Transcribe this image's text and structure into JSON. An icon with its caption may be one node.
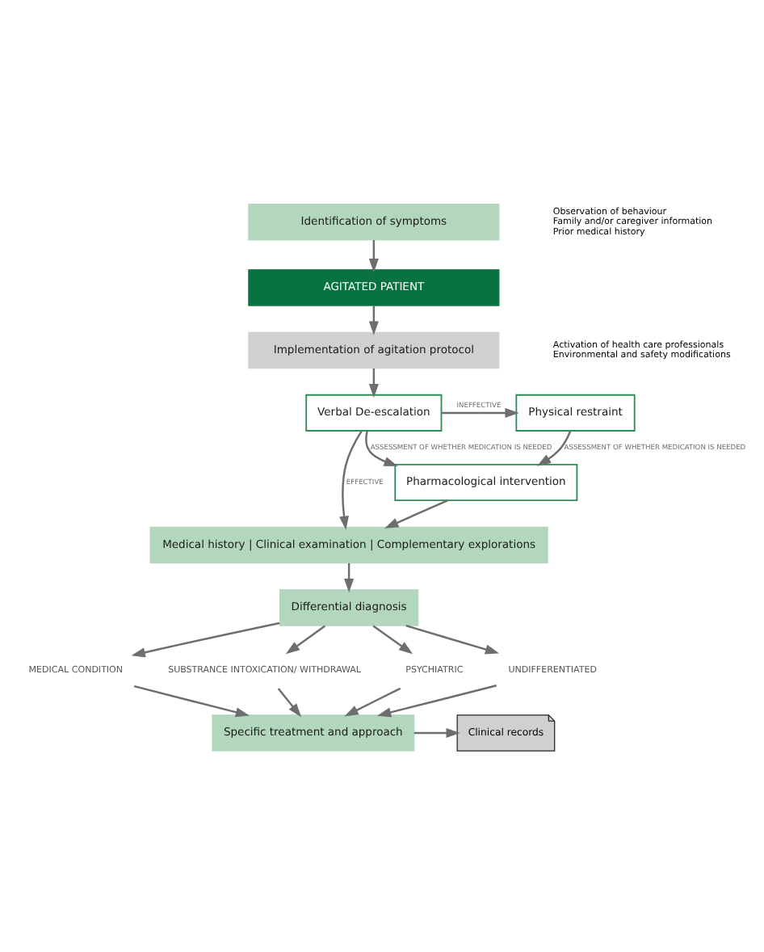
{
  "diagram": {
    "nodes": [
      {
        "text": [
          "Identification of symptoms"
        ],
        "beside": [
          "Observation of behaviour",
          "Family and/or caregiver information",
          "Prior medical history"
        ]
      },
      {
        "text": [
          "AGITATED PATIENT"
        ]
      },
      {
        "text": [
          "Implementation of agitation protocol"
        ],
        "beside": [
          "Activation of health care professionals",
          "Environmental and safety modifications"
        ]
      },
      {
        "text": [
          "Verbal De-escalation"
        ]
      },
      {
        "text": [
          "Physical restraint"
        ]
      },
      {
        "text": [
          "Pharmacological intervention"
        ]
      },
      {
        "text": [
          "Medical history | Clinical examination | Complementary explorations"
        ]
      },
      {
        "text": [
          "Differential diagnosis"
        ]
      },
      {
        "text": [
          "MEDICAL CONDITION"
        ]
      },
      {
        "text": [
          "SUBSTRANCE INTOXICATION/ WITHDRAWAL"
        ]
      },
      {
        "text": [
          "PSYCHIATRIC"
        ]
      },
      {
        "text": [
          "UNDIFFERENTIATED"
        ]
      },
      {
        "text": [
          "Specific treatment and approach"
        ]
      },
      {
        "text": [
          "Clinical records"
        ]
      }
    ],
    "edges": [
      {
        "from": 0,
        "to": 1,
        "arrow": "to"
      },
      {
        "from": 1,
        "to": 2,
        "arrow": "to"
      },
      {
        "from": 2,
        "to": 3,
        "arrow": "to"
      },
      {
        "from": 3,
        "to": 4,
        "arrow": "to",
        "label": "INEFFECTIVE"
      },
      {
        "from": 3,
        "to": 5,
        "arrow": "to",
        "label": "ASSESSMENT OF WHETHER MEDICATION IS NEEDED"
      },
      {
        "from": 4,
        "to": 5,
        "arrow": "to",
        "label": "ASSESSMENT OF WHETHER MEDICATION IS NEEDED"
      },
      {
        "from": 3,
        "to": 6,
        "arrow": "to",
        "label": "EFFECTIVE"
      },
      {
        "from": 5,
        "to": 6,
        "arrow": "to"
      },
      {
        "from": 6,
        "to": 7,
        "arrow": "to"
      },
      {
        "from": 7,
        "to": 8,
        "arrow": "to"
      },
      {
        "from": 7,
        "to": 9,
        "arrow": "to"
      },
      {
        "from": 7,
        "to": 10,
        "arrow": "to"
      },
      {
        "from": 7,
        "to": 11,
        "arrow": "to"
      },
      {
        "from": 8,
        "to": 12,
        "arrow": "to"
      },
      {
        "from": 9,
        "to": 12,
        "arrow": "to"
      },
      {
        "from": 10,
        "to": 12,
        "arrow": "to"
      },
      {
        "from": 11,
        "to": 12,
        "arrow": "to"
      },
      {
        "from": 12,
        "to": 13,
        "arrow": "to"
      }
    ]
  }
}
